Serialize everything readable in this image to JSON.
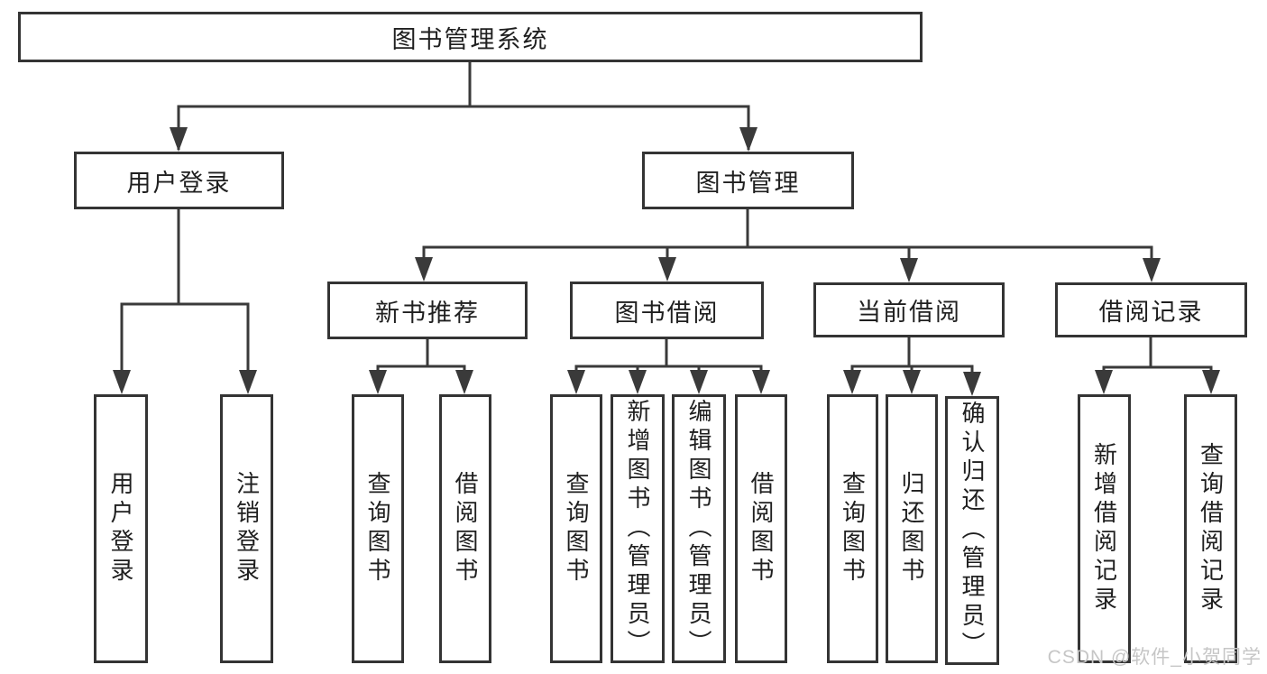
{
  "diagram": {
    "title": "图书管理系统",
    "watermark": "CSDN @软件_小贺同学",
    "colors": {
      "line": "#3a3a3a",
      "box_border": "#343434",
      "text": "#1f1f1f",
      "watermark": "#c6c6c6",
      "background": "#ffffff"
    },
    "tree": {
      "root": {
        "label": "图书管理系统"
      },
      "login": {
        "label": "用户登录",
        "children": [
          {
            "label": "用户登录"
          },
          {
            "label": "注销登录"
          }
        ]
      },
      "mgmt": {
        "label": "图书管理",
        "children": [
          {
            "label": "新书推荐",
            "children": [
              {
                "label": "查询图书"
              },
              {
                "label": "借阅图书"
              }
            ]
          },
          {
            "label": "图书借阅",
            "children": [
              {
                "label": "查询图书"
              },
              {
                "label": "新增图书（管理员）"
              },
              {
                "label": "编辑图书（管理员）"
              },
              {
                "label": "借阅图书"
              }
            ]
          },
          {
            "label": "当前借阅",
            "children": [
              {
                "label": "查询图书"
              },
              {
                "label": "归还图书"
              },
              {
                "label": "确认归还（管理员）"
              }
            ]
          },
          {
            "label": "借阅记录",
            "children": [
              {
                "label": "新增借阅记录"
              },
              {
                "label": "查询借阅记录"
              }
            ]
          }
        ]
      }
    }
  }
}
